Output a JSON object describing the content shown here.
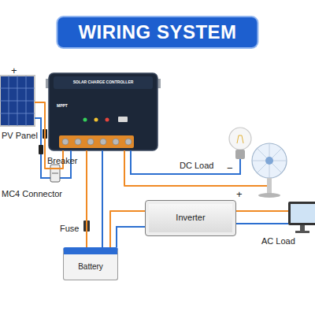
{
  "diagram": {
    "title": "WIRING SYSTEM",
    "nodes": [
      {
        "text": [
          "PV Panel"
        ]
      },
      {
        "text": [
          "SOLAR CHARGE CONTROLLER",
          "MPPT"
        ]
      },
      {
        "text": [
          "DC Load"
        ]
      },
      {
        "text": [
          "Inverter"
        ]
      },
      {
        "text": [
          "AC Load"
        ]
      },
      {
        "text": [
          "Battery"
        ]
      }
    ],
    "edges": [
      {
        "from": 0,
        "to": 1,
        "arrow": "none"
      },
      {
        "from": 1,
        "to": 5,
        "arrow": "none"
      },
      {
        "from": 1,
        "to": 2,
        "arrow": "none"
      },
      {
        "from": 5,
        "to": 3,
        "arrow": "none"
      },
      {
        "from": 3,
        "to": 4,
        "arrow": "none"
      }
    ],
    "labels": [
      "+",
      "Breaker",
      "MC4 Connector",
      "−",
      "+",
      "Fuse"
    ]
  }
}
